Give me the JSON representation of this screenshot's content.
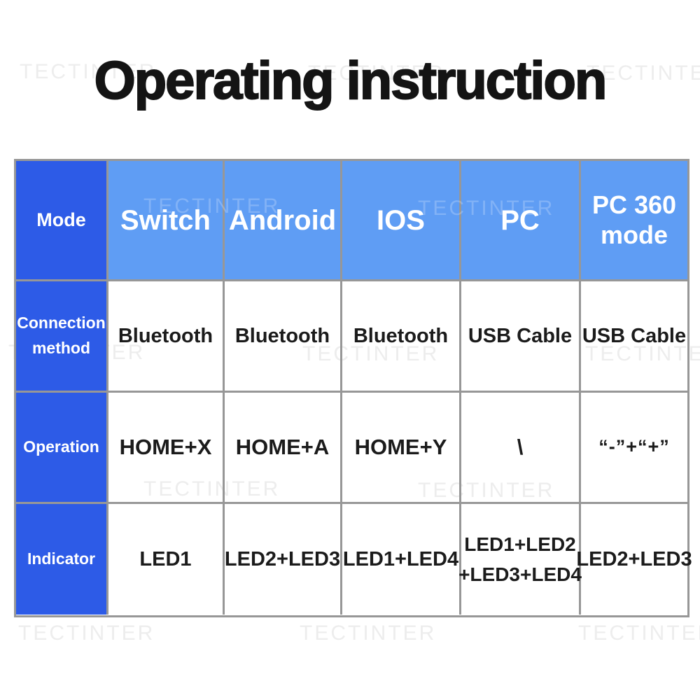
{
  "page": {
    "title": "Operating instruction",
    "watermark": "TECTINTER"
  },
  "colors": {
    "row_label_blue": "#2d5be7",
    "header_light_blue": "#5f9df4",
    "table_border_gray": "#979797",
    "body_text": "#1b1b1b",
    "watermark_gray": "#ededed"
  },
  "table": {
    "header": {
      "corner": "Mode",
      "columns": [
        "Switch",
        "Android",
        "IOS",
        "PC",
        "PC 360\nmode"
      ]
    },
    "rows": [
      {
        "label": "Connection\nmethod",
        "cells": [
          "Bluetooth",
          "Bluetooth",
          "Bluetooth",
          "USB Cable",
          "USB Cable"
        ]
      },
      {
        "label": "Operation",
        "cells": [
          "HOME+X",
          "HOME+A",
          "HOME+Y",
          "\\",
          "“-”+“+”"
        ]
      },
      {
        "label": "Indicator",
        "cells": [
          "LED1",
          "LED2+LED3",
          "LED1+LED4",
          "LED1+LED2\n+LED3+LED4",
          "LED2+LED3"
        ]
      }
    ]
  }
}
